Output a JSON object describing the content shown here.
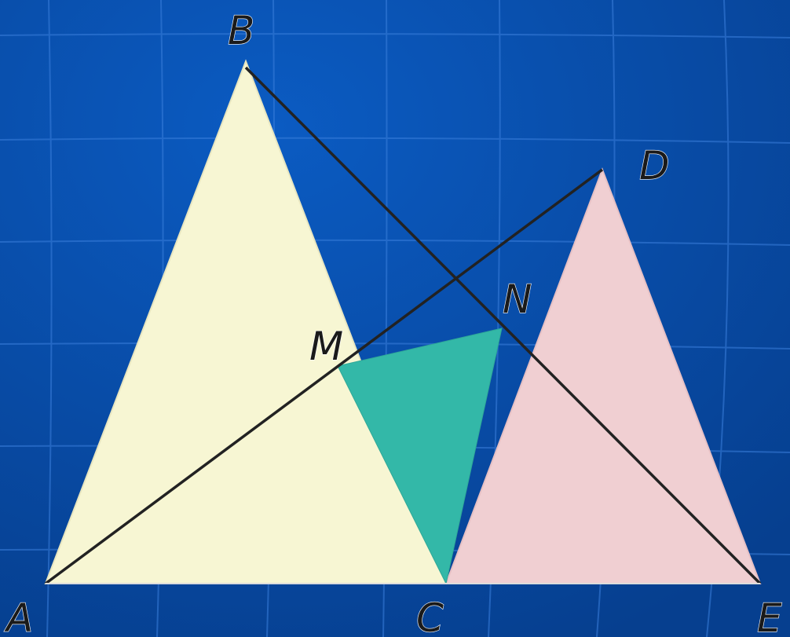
{
  "diagram": {
    "points": {
      "A": "A",
      "B": "B",
      "C": "C",
      "D": "D",
      "E": "E",
      "M": "M",
      "N": "N"
    },
    "colors": {
      "background": "#0a4fae",
      "grid": "#3b7fdc",
      "triangle_abc": "#f7f6d3",
      "triangle_cde": "#f0cfd2",
      "triangle_cmn": "#33b8a8",
      "segment": "#222222"
    }
  }
}
